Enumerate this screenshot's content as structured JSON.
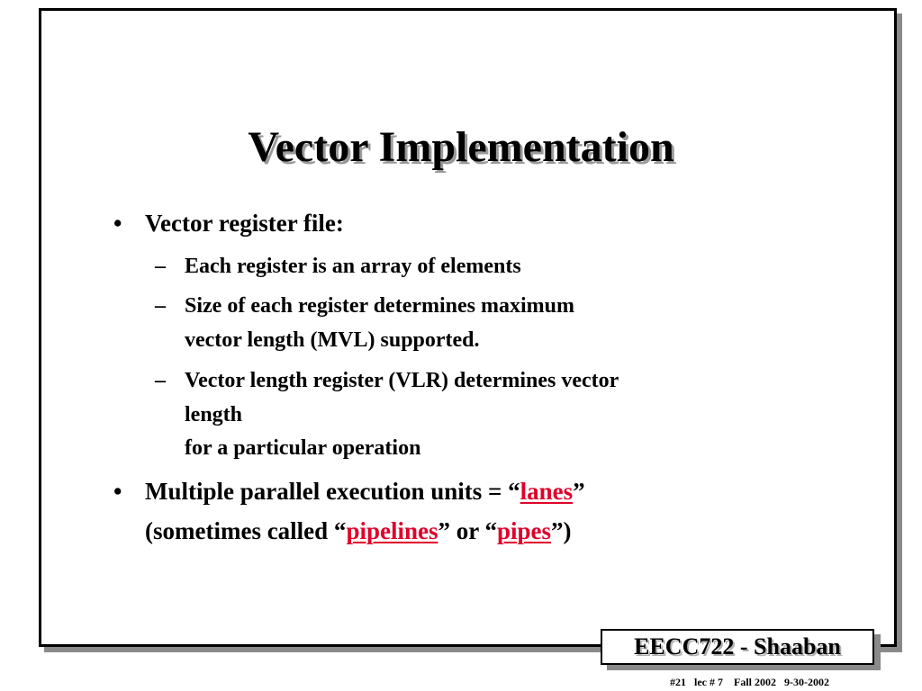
{
  "slide": {
    "title": "Vector Implementation",
    "bullet_glyph": "•",
    "dash_glyph": "–",
    "bullet1": "Vector register file:",
    "sub1": "Each register is an array of elements",
    "sub2_line1": "Size of each register determines maximum",
    "sub2_line2": "vector length (MVL) supported.",
    "sub3_line1": "Vector length register (VLR) determines vector",
    "sub3_line2": "length",
    "sub3_line3": "for a particular operation",
    "bullet2_pre": "Multiple parallel execution units = “",
    "bullet2_term1": "lanes",
    "bullet2_post1": "”",
    "bullet2_line2_pre": "(sometimes called “",
    "bullet2_term2": "pipelines",
    "bullet2_mid": "” or “",
    "bullet2_term3": "pipes",
    "bullet2_end": "”)",
    "highlight_color": "#e0002a"
  },
  "badge": {
    "label": "EECC722 - Shaaban"
  },
  "footer": {
    "text": "#21   lec # 7    Fall 2002   9-30-2002"
  }
}
